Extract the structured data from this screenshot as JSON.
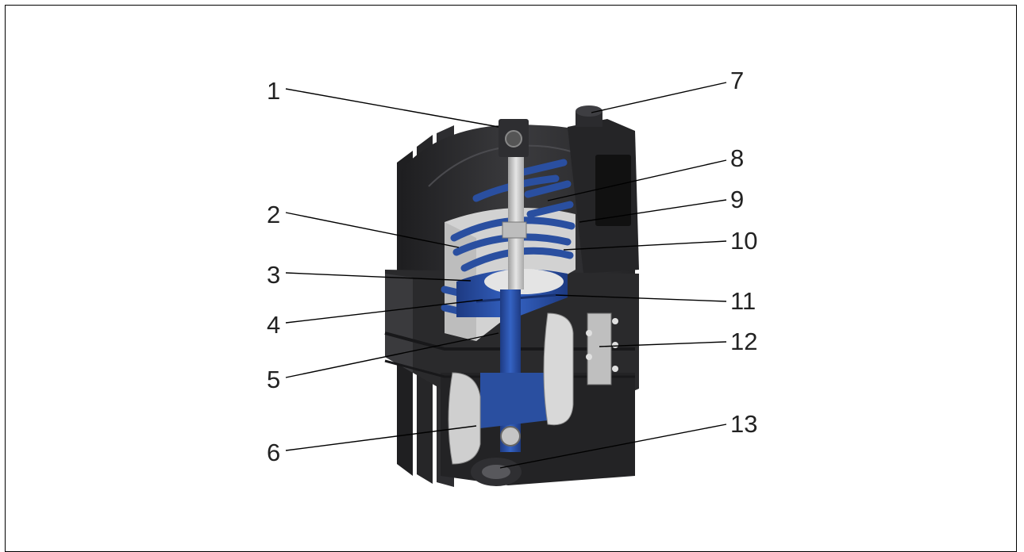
{
  "figure": {
    "labels": [
      {
        "num": "1"
      },
      {
        "num": "2"
      },
      {
        "num": "3"
      },
      {
        "num": "4"
      },
      {
        "num": "5"
      },
      {
        "num": "6"
      },
      {
        "num": "7"
      },
      {
        "num": "8"
      },
      {
        "num": "9"
      },
      {
        "num": "10"
      },
      {
        "num": "11"
      },
      {
        "num": "12"
      },
      {
        "num": "13"
      }
    ],
    "colors": {
      "housing": "#2b2b2d",
      "housing_light": "#4a4a4d",
      "spring_blue": "#2a4fa0",
      "silver": "#c9c9c9",
      "border": "#000000"
    }
  }
}
